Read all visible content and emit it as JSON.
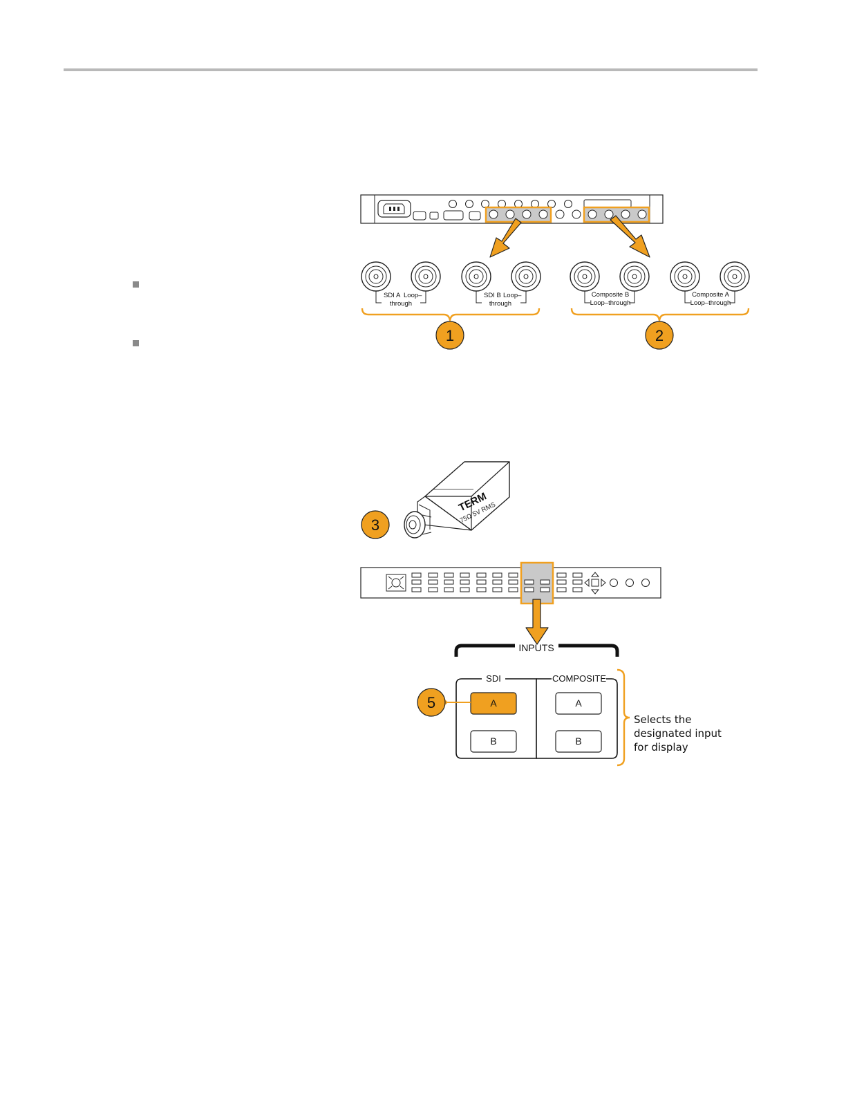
{
  "rear_panel": {
    "sdi_a_label": "SDI A",
    "sdi_b_label": "SDI B",
    "loop_label": "Loop–",
    "through_label": "through",
    "composite_b_label": "Composite B",
    "composite_a_label": "Composite A",
    "loop_through_label": "Loop–through"
  },
  "callouts": {
    "c1": "1",
    "c2": "2",
    "c3": "3",
    "c5": "5"
  },
  "terminator": {
    "line1": "TERM",
    "line2": "75Ω 5V RMS"
  },
  "inputs_panel": {
    "title": "INPUTS",
    "sdi_group": "SDI",
    "composite_group": "COMPOSITE",
    "btn_a": "A",
    "btn_b": "B",
    "note_line1": "Selects the",
    "note_line2": "designated input",
    "note_line3": "for display"
  },
  "colors": {
    "accent": "#f0a020",
    "highlight_gray": "#c9c9c9",
    "line": "#222222"
  }
}
